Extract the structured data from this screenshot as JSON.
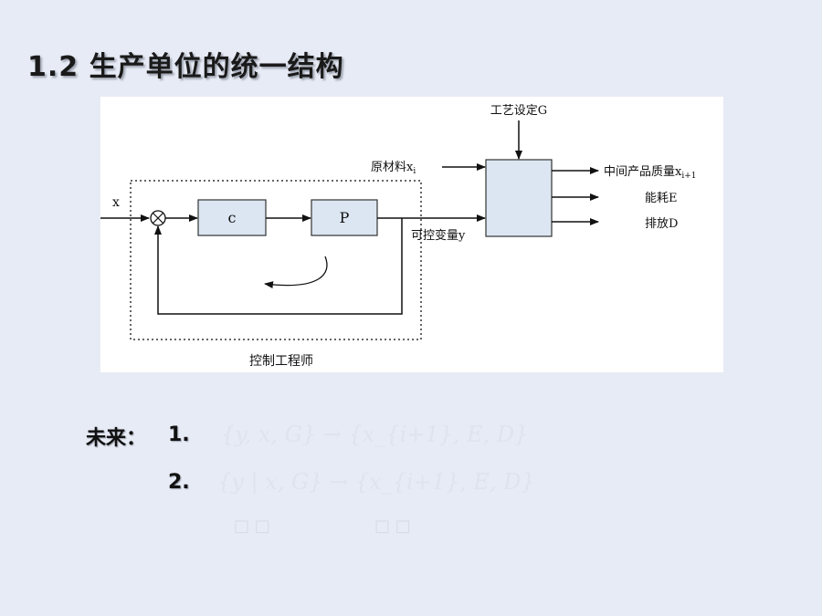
{
  "title": "1.2  生产单位的统一结构",
  "diagram": {
    "input_x": "x",
    "block_c": "c",
    "block_p": "P",
    "controller_label": "控制工程师",
    "process_setting": "工艺设定G",
    "raw_material": "原材料x",
    "raw_material_sub": "i",
    "controllable_var": "可控变量y",
    "output_intermediate": "中间产品质量x",
    "output_intermediate_sub": "i+1",
    "output_energy": "能耗E",
    "output_emission": "排放D"
  },
  "future": {
    "label": "未来：",
    "items": [
      {
        "num": "1.",
        "formula": "{y, x, G} → {x_{i+1}, E, D}"
      },
      {
        "num": "2.",
        "formula": "{y | x, G} → {x_{i+1}, E, D}"
      }
    ],
    "ghost_marks": [
      "□ □",
      "□ □"
    ]
  }
}
